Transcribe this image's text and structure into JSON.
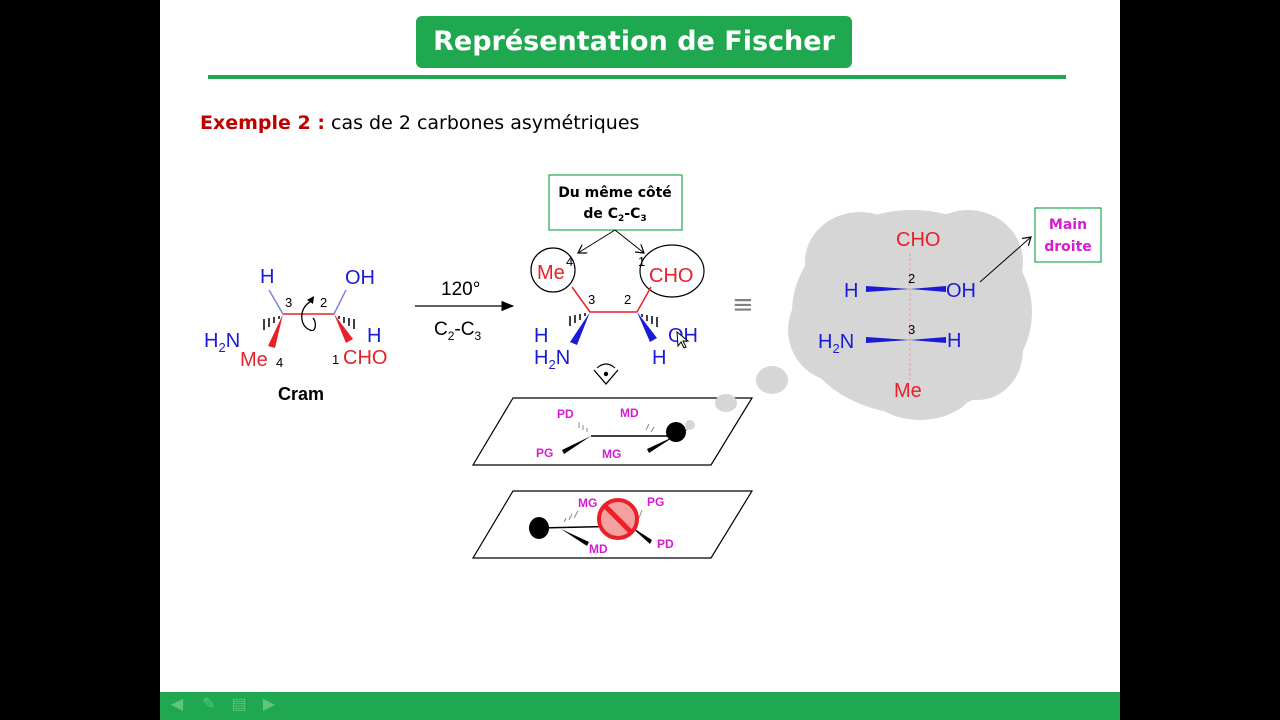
{
  "title": "Représentation de Fischer",
  "example": {
    "label": "Exemple 2 :",
    "text": "cas de 2 carbones asymétriques"
  },
  "cram": {
    "caption": "Cram",
    "H_top": "H",
    "OH": "OH",
    "H2N": "H",
    "H2N_sub": "2",
    "H2N_end": "N",
    "Me": "Me",
    "Me_num": "4",
    "H_right": "H",
    "CHO": "CHO",
    "CHO_num": "1",
    "c3": "3",
    "c2": "2"
  },
  "arrow": {
    "angle": "120°",
    "bond_c": "C",
    "bond_sub1": "2",
    "bond_mid": "-C",
    "bond_sub2": "3"
  },
  "callout": {
    "line1": "Du même côté",
    "line2_a": "de C",
    "line2_sub1": "2",
    "line2_b": "-C",
    "line2_sub2": "3"
  },
  "rotated": {
    "Me": "Me",
    "Me_num": "4",
    "CHO": "CHO",
    "CHO_num": "1",
    "c3": "3",
    "c2": "2",
    "H_left": "H",
    "H2N": "H",
    "H2N_sub": "2",
    "H2N_end": "N",
    "OH": "OH",
    "H_right": "H"
  },
  "equiv": "≡",
  "plane1": {
    "PD": "PD",
    "MD": "MD",
    "PG": "PG",
    "MG": "MG"
  },
  "plane2": {
    "MG": "MG",
    "PG": "PG",
    "MD": "MD",
    "PD": "PD"
  },
  "fischer": {
    "CHO": "CHO",
    "c2": "2",
    "H_left": "H",
    "OH": "OH",
    "c3": "3",
    "H2N": "H",
    "H2N_sub": "2",
    "H2N_end": "N",
    "H_right": "H",
    "Me": "Me"
  },
  "hand": {
    "line1": "Main",
    "line2": "droite"
  },
  "colors": {
    "green": "#1fa84f",
    "red": "#e8202a",
    "blue": "#1b1bd6",
    "magenta": "#d61bd6",
    "darkred": "#c00000"
  }
}
